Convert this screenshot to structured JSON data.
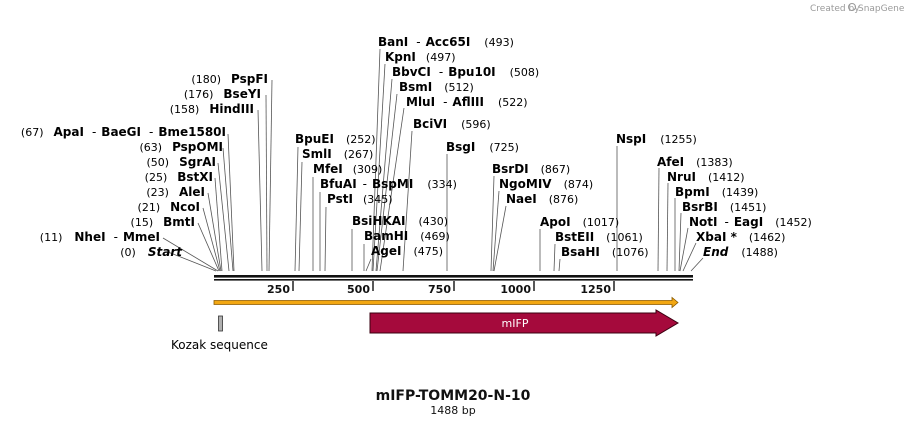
{
  "credit": {
    "text": "Created by",
    "brand": "SnapGene"
  },
  "map": {
    "name": "mIFP-TOMM20-N-10",
    "length_label": "1488 bp",
    "total_bp": 1488,
    "ticks": [
      "250",
      "500",
      "750",
      "1000",
      "1250"
    ]
  },
  "sites": {
    "start": {
      "pos": "(0)",
      "name": "Start"
    },
    "nhe": {
      "pos": "(11)",
      "name": "NheI",
      "sep": "-",
      "name2": "MmeI"
    },
    "bmt": {
      "pos": "(15)",
      "name": "BmtI"
    },
    "nco": {
      "pos": "(21)",
      "name": "NcoI"
    },
    "ale": {
      "pos": "(23)",
      "name": "AleI"
    },
    "bstx": {
      "pos": "(25)",
      "name": "BstXI"
    },
    "sgra": {
      "pos": "(50)",
      "name": "SgrAI"
    },
    "pspomi": {
      "pos": "(63)",
      "name": "PspOMI"
    },
    "apa": {
      "pos": "(67)",
      "name": "ApaI",
      "sep": "-",
      "name2": "BaeGI",
      "sep2": "-",
      "name3": "Bme1580I"
    },
    "hind": {
      "pos": "(158)",
      "name": "HindIII"
    },
    "bsey": {
      "pos": "(176)",
      "name": "BseYI"
    },
    "pspf": {
      "pos": "(180)",
      "name": "PspFI"
    },
    "bpue": {
      "name": "BpuEI",
      "pos": "(252)"
    },
    "sml": {
      "name": "SmlI",
      "pos": "(267)"
    },
    "mfe": {
      "name": "MfeI",
      "pos": "(309)"
    },
    "bfua": {
      "name": "BfuAI",
      "sep": "-",
      "name2": "BspMI",
      "pos": "(334)"
    },
    "pst": {
      "name": "PstI",
      "pos": "(345)"
    },
    "bsihka": {
      "name": "BsiHKAI",
      "pos": "(430)"
    },
    "bamh": {
      "name": "BamHI",
      "pos": "(469)"
    },
    "age": {
      "name": "AgeI",
      "pos": "(475)"
    },
    "ban": {
      "name": "BanI",
      "sep": "-",
      "name2": "Acc65I",
      "pos": "(493)"
    },
    "kpn": {
      "name": "KpnI",
      "pos": "(497)"
    },
    "bbvc": {
      "name": "BbvCI",
      "sep": "-",
      "name2": "Bpu10I",
      "pos": "(508)"
    },
    "bsm": {
      "name": "BsmI",
      "pos": "(512)"
    },
    "mlu": {
      "name": "MluI",
      "sep": "-",
      "name2": "AflIII",
      "pos": "(522)"
    },
    "bciv": {
      "name": "BciVI",
      "pos": "(596)"
    },
    "bsg": {
      "name": "BsgI",
      "pos": "(725)"
    },
    "bsrd": {
      "name": "BsrDI",
      "pos": "(867)"
    },
    "ngomiv": {
      "name": "NgoMIV",
      "pos": "(874)"
    },
    "nae": {
      "name": "NaeI",
      "pos": "(876)"
    },
    "apo": {
      "name": "ApoI",
      "pos": "(1017)"
    },
    "bsteii": {
      "name": "BstEII",
      "pos": "(1061)"
    },
    "bsaha": {
      "name": "BsaHI",
      "pos": "(1076)"
    },
    "nsp": {
      "name": "NspI",
      "pos": "(1255)"
    },
    "afe": {
      "name": "AfeI",
      "pos": "(1383)"
    },
    "nru": {
      "name": "NruI",
      "pos": "(1412)"
    },
    "bpm": {
      "name": "BpmI",
      "pos": "(1439)"
    },
    "bsrb": {
      "name": "BsrBI",
      "pos": "(1451)"
    },
    "not": {
      "name": "NotI",
      "sep": "-",
      "name2": "EagI",
      "pos": "(1452)"
    },
    "xba": {
      "name": "XbaI *",
      "pos": "(1462)"
    },
    "end": {
      "name": "End",
      "pos": "(1488)"
    }
  },
  "features": {
    "orf": {
      "start": 0,
      "end": 1488,
      "color": "#f2a712"
    },
    "mifp": {
      "label": "mIFP",
      "start": 487,
      "end": 1488,
      "color": "#a50a3c"
    },
    "kozak": {
      "label": "Kozak sequence",
      "start": 5,
      "end": 10,
      "color": "#b0b0b0"
    }
  }
}
